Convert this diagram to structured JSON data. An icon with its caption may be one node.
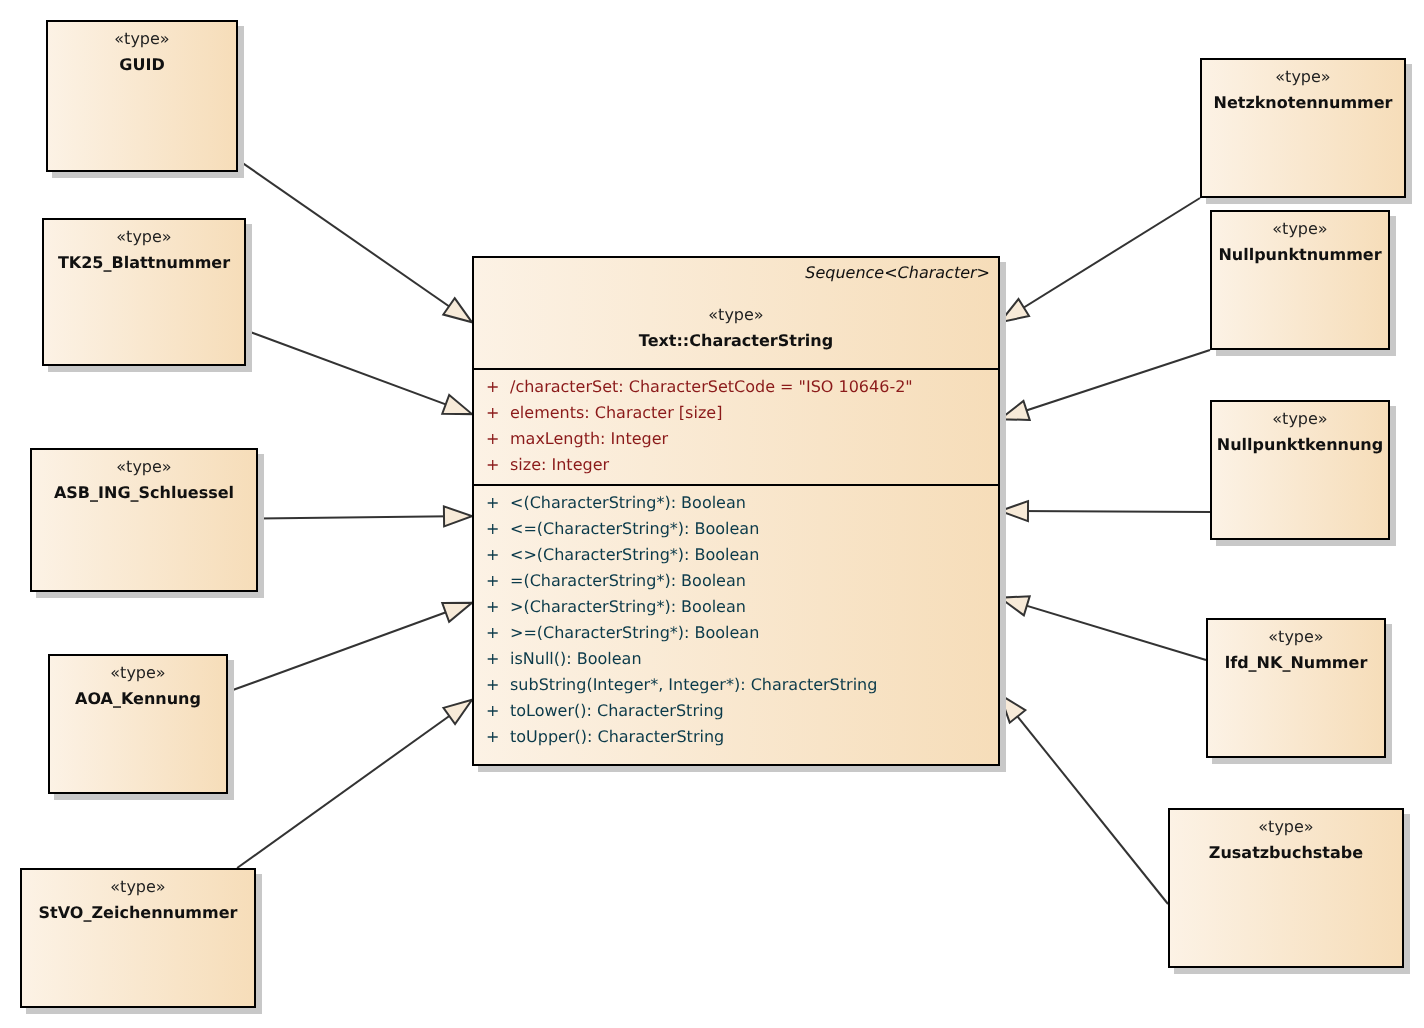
{
  "diagram": {
    "nodes": [
      {
        "text": [
          "Sequence<Character>",
          "«type»",
          "Text::CharacterString"
        ]
      },
      {
        "text": [
          "+",
          "/characterSet: CharacterSetCode = \"ISO 10646-2\"",
          "+",
          "elements: Character [size]",
          "+",
          "maxLength: Integer",
          "+",
          "size: Integer"
        ],
        "in": 0
      },
      {
        "text": [
          "+",
          "<(CharacterString*): Boolean",
          "+",
          "<=(CharacterString*): Boolean",
          "+",
          "<>(CharacterString*): Boolean",
          "+",
          "=(CharacterString*): Boolean",
          "+",
          ">(CharacterString*): Boolean",
          "+",
          ">=(CharacterString*): Boolean",
          "+",
          "isNull(): Boolean",
          "+",
          "subString(Integer*, Integer*): CharacterString",
          "+",
          "toLower(): CharacterString",
          "+",
          "toUpper(): CharacterString"
        ],
        "in": 0
      },
      {
        "text": [
          "«type»",
          "GUID"
        ]
      },
      {
        "text": [
          "«type»",
          "TK25_Blattnummer"
        ]
      },
      {
        "text": [
          "«type»",
          "ASB_ING_Schluessel"
        ]
      },
      {
        "text": [
          "«type»",
          "AOA_Kennung"
        ]
      },
      {
        "text": [
          "«type»",
          "StVO_Zeichennummer"
        ]
      },
      {
        "text": [
          "«type»",
          "Netzknotennummer"
        ]
      },
      {
        "text": [
          "«type»",
          "Nullpunktnummer"
        ]
      },
      {
        "text": [
          "«type»",
          "Nullpunktkennung"
        ]
      },
      {
        "text": [
          "«type»",
          "lfd_NK_Nummer"
        ]
      },
      {
        "text": [
          "«type»",
          "Zusatzbuchstabe"
        ]
      }
    ],
    "edges": [
      {
        "from": 3,
        "to": 0,
        "arrow": "to"
      },
      {
        "from": 4,
        "to": 0,
        "arrow": "to"
      },
      {
        "from": 5,
        "to": 0,
        "arrow": "to"
      },
      {
        "from": 6,
        "to": 0,
        "arrow": "to"
      },
      {
        "from": 7,
        "to": 0,
        "arrow": "to"
      },
      {
        "from": 8,
        "to": 0,
        "arrow": "to"
      },
      {
        "from": 9,
        "to": 0,
        "arrow": "to"
      },
      {
        "from": 10,
        "to": 0,
        "arrow": "to"
      },
      {
        "from": 11,
        "to": 0,
        "arrow": "to"
      },
      {
        "from": 12,
        "to": 0,
        "arrow": "to"
      }
    ]
  }
}
